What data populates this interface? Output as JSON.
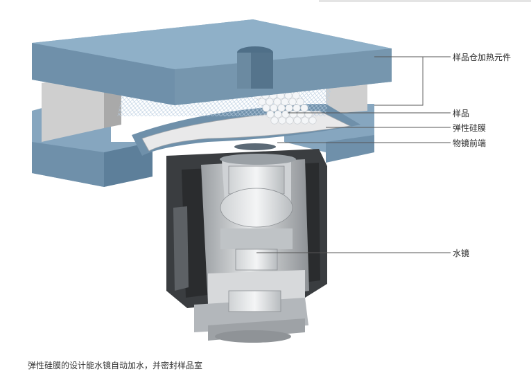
{
  "labels": {
    "heater": "样品仓加热元件",
    "sample": "样品",
    "membrane": "弹性硅膜",
    "objective_front": "物镜前端",
    "water_lens": "水镜"
  },
  "caption": "弹性硅膜的设计能水镜自动加水，并密封样品室",
  "colors": {
    "block_top": "#86a6bf",
    "block_front": "#6f90aa",
    "block_side": "#5d7f9a",
    "leader": "#555555"
  }
}
